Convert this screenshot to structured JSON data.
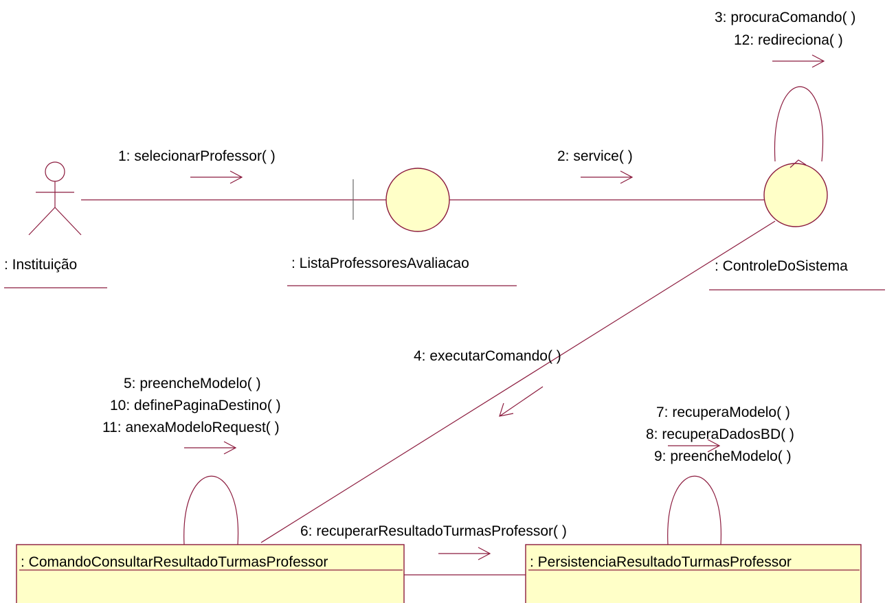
{
  "objects": {
    "actor": {
      "name": ": Instituição"
    },
    "boundary": {
      "name": ": ListaProfessoresAvaliacao"
    },
    "control": {
      "name": ": ControleDoSistema"
    },
    "comando": {
      "name": ": ComandoConsultarResultadoTurmasProfessor"
    },
    "persistencia": {
      "name": ": PersistenciaResultadoTurmasProfessor"
    }
  },
  "messages": {
    "m1": "1: selecionarProfessor( )",
    "m2": "2: service(  )",
    "m3": "3: procuraComando( )",
    "m12": "12: redireciona( )",
    "m4": "4: executarComando(  )",
    "m5": "5: preencheModelo( )",
    "m10": "10: definePaginaDestino( )",
    "m11": "11: anexaModeloRequest( )",
    "m6": "6: recuperarResultadoTurmasProfessor( )",
    "m7": "7: recuperaModelo( )",
    "m8": "8: recuperaDadosBD( )",
    "m9": "9: preencheModelo( )"
  },
  "colors": {
    "line": "#8b1a3d",
    "object_fill": "#ffffc8"
  }
}
